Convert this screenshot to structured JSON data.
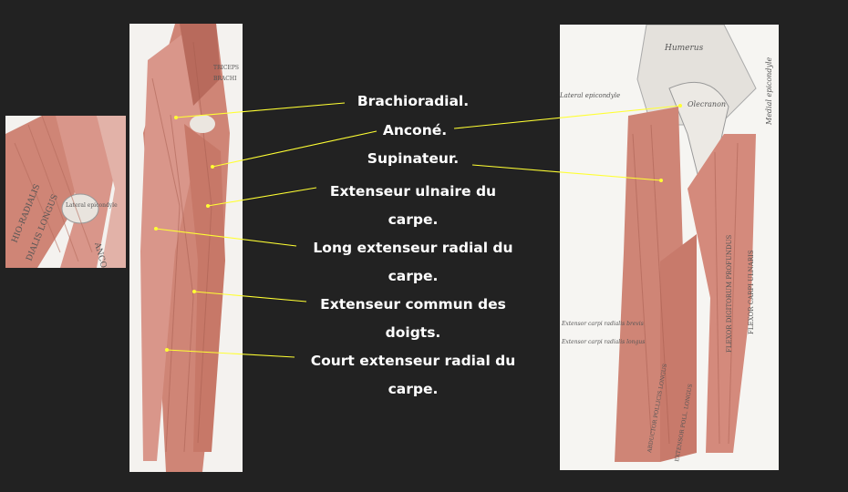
{
  "labels": [
    {
      "id": "brachioradial",
      "lines": [
        "Brachioradial."
      ]
    },
    {
      "id": "ancone",
      "lines": [
        "Anconé."
      ]
    },
    {
      "id": "supinateur",
      "lines": [
        "Supinateur."
      ]
    },
    {
      "id": "extenseur-ulnaire",
      "lines": [
        "Extenseur ulnaire du",
        "carpe."
      ]
    },
    {
      "id": "long-extenseur-radial",
      "lines": [
        "Long extenseur radial du",
        "carpe."
      ]
    },
    {
      "id": "extenseur-commun",
      "lines": [
        "Extenseur commun des",
        "doigts."
      ]
    },
    {
      "id": "court-extenseur-radial",
      "lines": [
        "Court extenseur radial du",
        "carpe."
      ]
    }
  ],
  "inset_image": {
    "texts": [
      "HIO-RADIALIS",
      "DIALIS LONGUS",
      "Lateral epicondyle",
      "ANCO"
    ]
  },
  "left_image": {
    "texts": [
      "TRICEPS",
      "BRACHI"
    ]
  },
  "right_image": {
    "texts": [
      "Humerus",
      "Lateral epicondyle",
      "Medial epicondyle",
      "Olecranon",
      "FLEXOR CARPI ULNARIS",
      "FLEXOR DIGITORUM PROFUNDUS",
      "Extensor carpi radialis brevis",
      "Extensor carpi radialis longus",
      "ABDUCTOR POLLICIS LONGUS",
      "EXTENSOR POLL. LONGUS"
    ]
  },
  "colors": {
    "background": "#222222",
    "leader_line": "#ffff33",
    "muscle": "#d48a7c",
    "label_text": "#ffffff"
  }
}
